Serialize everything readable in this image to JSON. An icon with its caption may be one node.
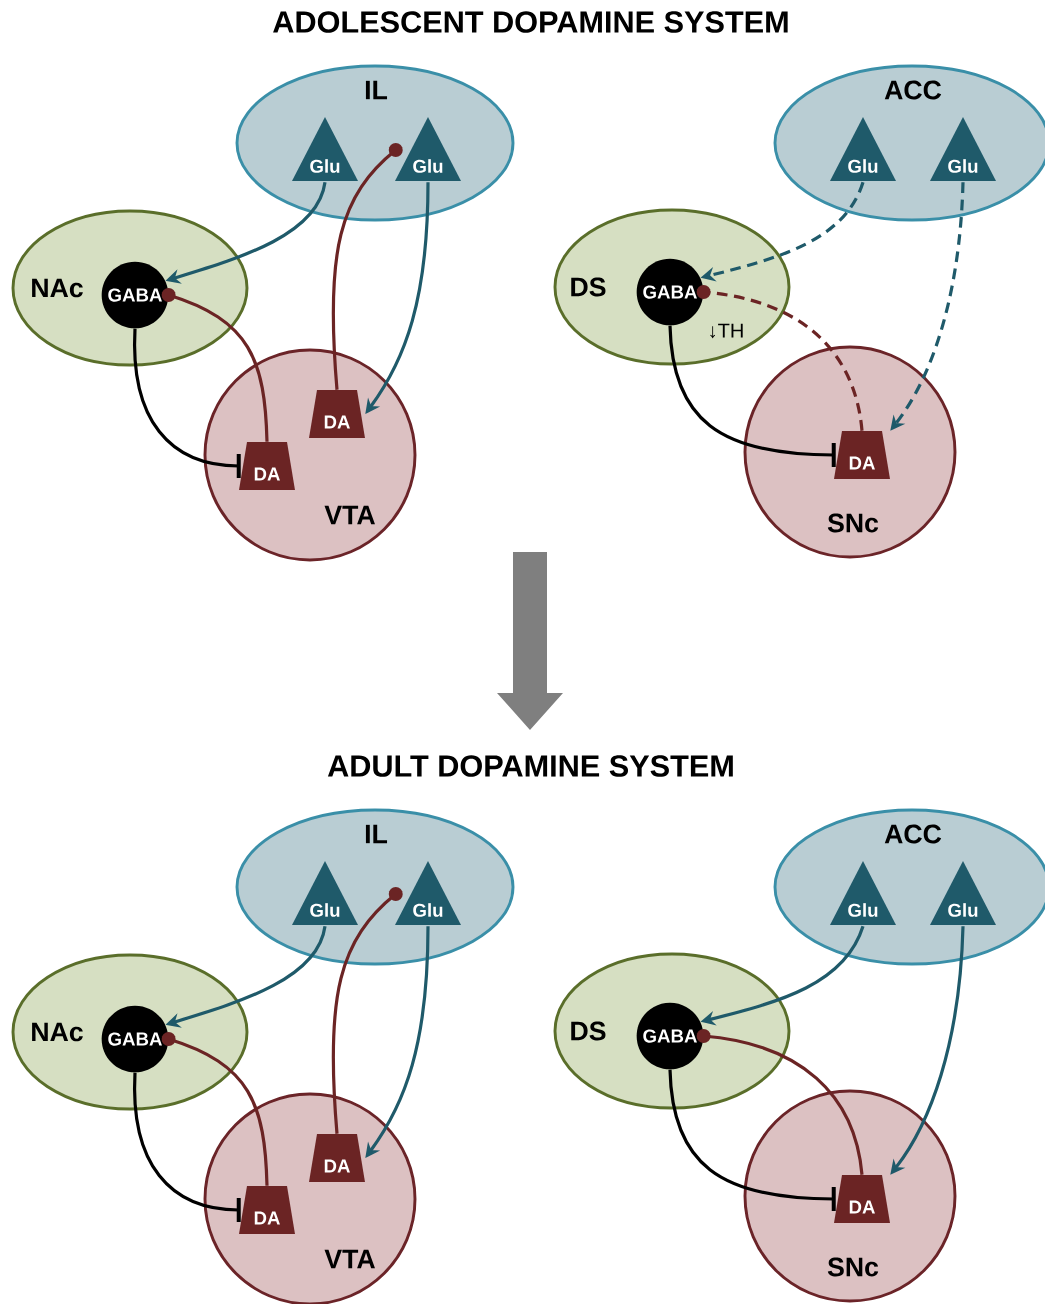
{
  "diagram": {
    "nodes": [
      {
        "text": [
          "IL"
        ]
      },
      {
        "text": [
          "Glu"
        ],
        "in": 0
      },
      {
        "text": [
          "Glu"
        ],
        "in": 0
      },
      {
        "text": [
          "NAc"
        ]
      },
      {
        "text": [
          "GABA"
        ],
        "in": 3
      },
      {
        "text": [
          "VTA"
        ]
      },
      {
        "text": [
          "DA"
        ],
        "in": 5
      },
      {
        "text": [
          "DA"
        ],
        "in": 5
      },
      {
        "text": [
          "ACC"
        ]
      },
      {
        "text": [
          "Glu"
        ],
        "in": 8
      },
      {
        "text": [
          "Glu"
        ],
        "in": 8
      },
      {
        "text": [
          "DS"
        ]
      },
      {
        "text": [
          "GABA"
        ],
        "in": 11
      },
      {
        "text": [
          "SNc"
        ]
      },
      {
        "text": [
          "DA"
        ],
        "in": 13
      },
      {
        "text": [
          "IL"
        ]
      },
      {
        "text": [
          "Glu"
        ],
        "in": 15
      },
      {
        "text": [
          "Glu"
        ],
        "in": 15
      },
      {
        "text": [
          "NAc"
        ]
      },
      {
        "text": [
          "GABA"
        ],
        "in": 18
      },
      {
        "text": [
          "VTA"
        ]
      },
      {
        "text": [
          "DA"
        ],
        "in": 20
      },
      {
        "text": [
          "DA"
        ],
        "in": 20
      },
      {
        "text": [
          "ACC"
        ]
      },
      {
        "text": [
          "Glu"
        ],
        "in": 23
      },
      {
        "text": [
          "Glu"
        ],
        "in": 23
      },
      {
        "text": [
          "DS"
        ]
      },
      {
        "text": [
          "GABA"
        ],
        "in": 26
      },
      {
        "text": [
          "SNc"
        ]
      },
      {
        "text": [
          "DA"
        ],
        "in": 28
      }
    ],
    "edges": [
      {
        "from": 1,
        "to": 4,
        "arrow": "to",
        "color": "#1f5a6a"
      },
      {
        "from": 2,
        "to": 7,
        "arrow": "to",
        "color": "#1f5a6a"
      },
      {
        "from": 7,
        "to": 2,
        "arrow": "other",
        "color": "#6b2424"
      },
      {
        "from": 6,
        "to": 4,
        "arrow": "other",
        "color": "#6b2424"
      },
      {
        "from": 4,
        "to": 6,
        "arrow": "other",
        "color": "#000000"
      },
      {
        "from": 9,
        "to": 12,
        "arrow": "to",
        "style": "dashed",
        "color": "#1f5a6a"
      },
      {
        "from": 10,
        "to": 14,
        "arrow": "to",
        "style": "dashed",
        "color": "#1f5a6a"
      },
      {
        "from": 14,
        "to": 12,
        "arrow": "other",
        "style": "dashed",
        "color": "#6b2424"
      },
      {
        "from": 12,
        "to": 14,
        "arrow": "other",
        "color": "#000000"
      },
      {
        "from": 16,
        "to": 19,
        "arrow": "to",
        "color": "#1f5a6a"
      },
      {
        "from": 17,
        "to": 22,
        "arrow": "to",
        "color": "#1f5a6a"
      },
      {
        "from": 22,
        "to": 17,
        "arrow": "other",
        "color": "#6b2424"
      },
      {
        "from": 21,
        "to": 19,
        "arrow": "other",
        "color": "#6b2424"
      },
      {
        "from": 19,
        "to": 21,
        "arrow": "other",
        "color": "#000000"
      },
      {
        "from": 24,
        "to": 27,
        "arrow": "to",
        "color": "#1f5a6a"
      },
      {
        "from": 25,
        "to": 29,
        "arrow": "to",
        "color": "#1f5a6a"
      },
      {
        "from": 29,
        "to": 27,
        "arrow": "other",
        "color": "#6b2424"
      },
      {
        "from": 27,
        "to": 29,
        "arrow": "other",
        "color": "#000000"
      }
    ],
    "labels": [
      "ADOLESCENT DOPAMINE SYSTEM",
      "↓TH",
      "ADULT DOPAMINE SYSTEM"
    ]
  }
}
